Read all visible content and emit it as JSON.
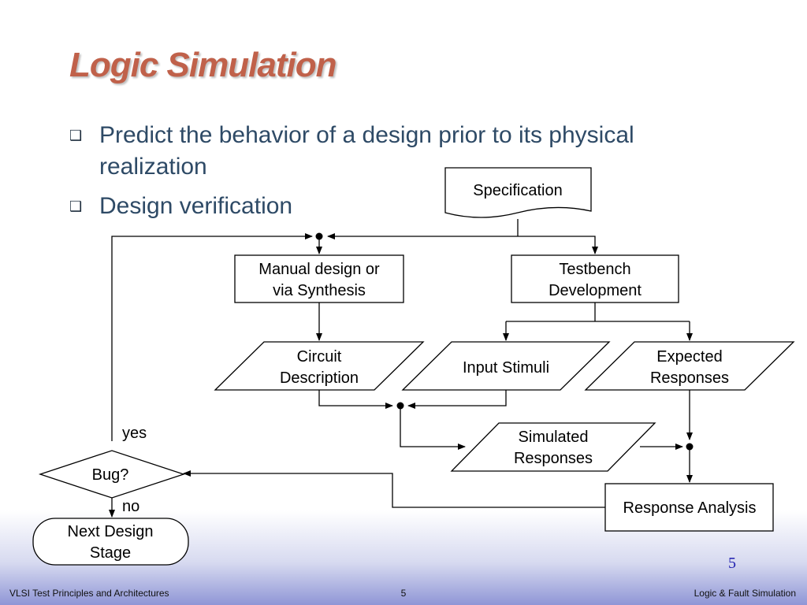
{
  "slide": {
    "title": "Logic Simulation",
    "bullets": [
      {
        "text": "Predict the behavior of a design prior to its physical realization",
        "marker_icon": "hollow-square-bullet-icon"
      },
      {
        "text": "Design verification",
        "marker_icon": "hollow-square-bullet-icon"
      }
    ],
    "page_number": "5"
  },
  "flowchart": {
    "nodes": {
      "specification": {
        "label": "Specification",
        "shape": "document"
      },
      "manual_design": {
        "lines": [
          "Manual design or",
          "via Synthesis"
        ],
        "shape": "rectangle"
      },
      "testbench": {
        "lines": [
          "Testbench",
          "Development"
        ],
        "shape": "rectangle"
      },
      "circuit_description": {
        "lines": [
          "Circuit",
          "Description"
        ],
        "shape": "parallelogram"
      },
      "input_stimuli": {
        "label": "Input Stimuli",
        "shape": "parallelogram"
      },
      "expected_responses": {
        "lines": [
          "Expected",
          "Responses"
        ],
        "shape": "parallelogram"
      },
      "simulated_responses": {
        "lines": [
          "Simulated",
          "Responses"
        ],
        "shape": "parallelogram"
      },
      "response_analysis": {
        "label": "Response Analysis",
        "shape": "rectangle"
      },
      "bug": {
        "label": "Bug?",
        "shape": "diamond"
      },
      "next_design_stage": {
        "lines": [
          "Next Design",
          "Stage"
        ],
        "shape": "rounded-rectangle"
      }
    },
    "edge_labels": {
      "yes": "yes",
      "no": "no"
    }
  },
  "footer": {
    "left": "VLSI Test Principles and Architectures",
    "center": "5",
    "right": "Logic & Fault Simulation"
  },
  "colors": {
    "title": "#c0614a",
    "bullet_text": "#2e4a66",
    "bullet_marker": "#1a2a3a",
    "diagram_stroke": "#000000",
    "footer_gradient_end": "#8f96d6",
    "page_number": "#2020b0"
  }
}
